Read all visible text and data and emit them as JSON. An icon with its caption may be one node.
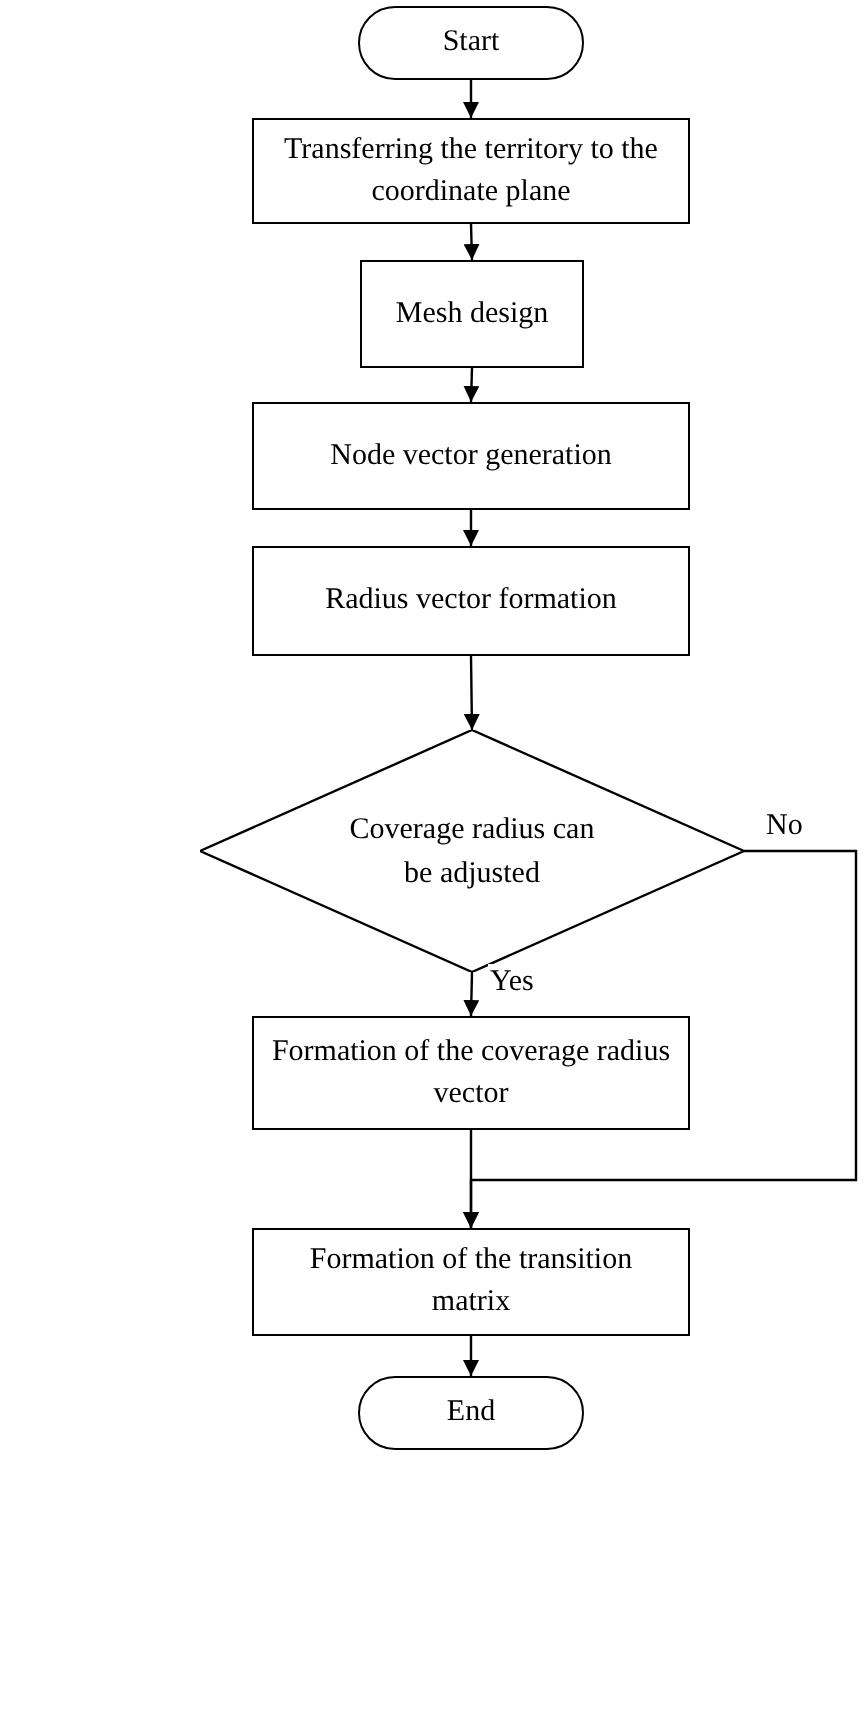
{
  "diagram": {
    "nodes": [
      {
        "text": [
          "Start"
        ]
      },
      {
        "text": [
          "Transferring the territory to the coordinate plane"
        ]
      },
      {
        "text": [
          "Mesh design"
        ]
      },
      {
        "text": [
          "Node vector generation"
        ]
      },
      {
        "text": [
          "Radius vector formation"
        ]
      },
      {
        "text": [
          "Coverage radius can be adjusted"
        ]
      },
      {
        "text": [
          "Formation of the coverage radius vector"
        ]
      },
      {
        "text": [
          "Formation of the transition matrix"
        ]
      },
      {
        "text": [
          "End"
        ]
      }
    ],
    "edges": [
      {
        "from": 0,
        "to": 1,
        "arrow": "to"
      },
      {
        "from": 1,
        "to": 2,
        "arrow": "to"
      },
      {
        "from": 2,
        "to": 3,
        "arrow": "to"
      },
      {
        "from": 3,
        "to": 4,
        "arrow": "to"
      },
      {
        "from": 4,
        "to": 5,
        "arrow": "to"
      },
      {
        "from": 5,
        "to": 6,
        "arrow": "to",
        "label": "Yes"
      },
      {
        "from": 6,
        "to": 7,
        "arrow": "to"
      },
      {
        "from": 5,
        "to": 7,
        "arrow": "to",
        "label": "No"
      },
      {
        "from": 7,
        "to": 8,
        "arrow": "to"
      }
    ]
  }
}
